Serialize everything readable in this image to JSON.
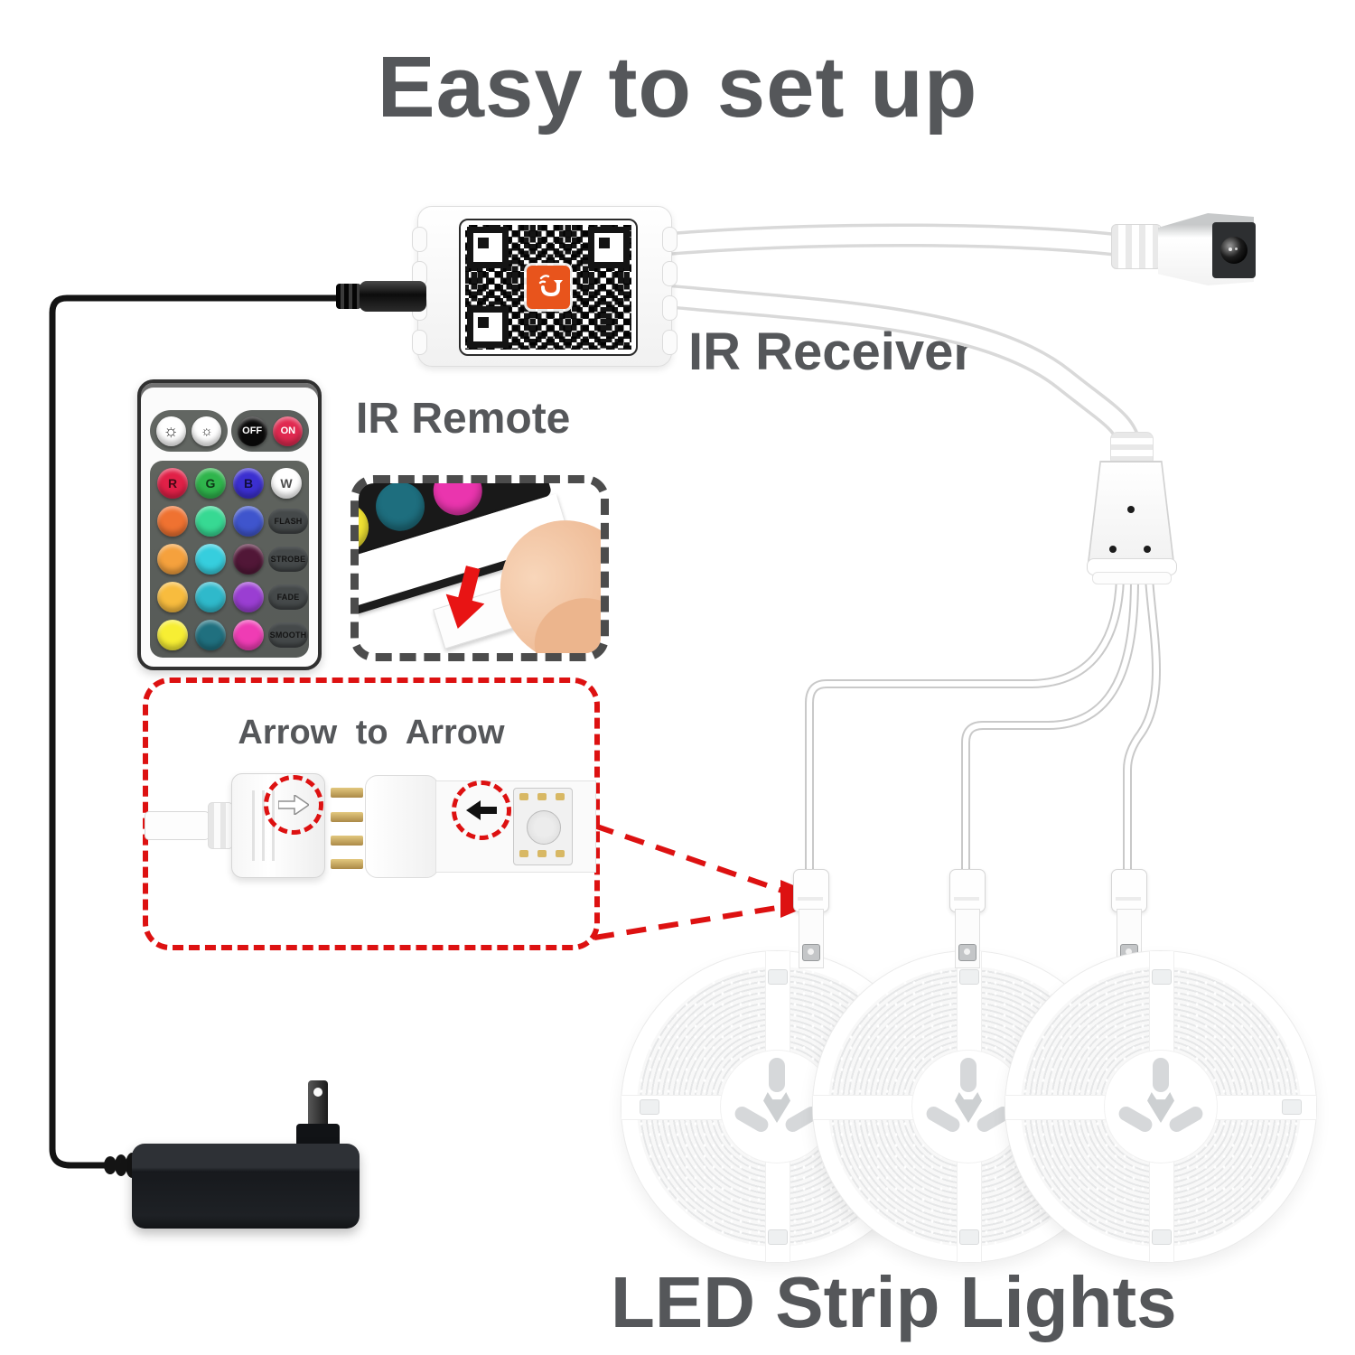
{
  "page": {
    "title": "Easy to set up"
  },
  "labels": {
    "ir_receiver": "IR Receiver",
    "ir_remote": "IR Remote",
    "arrow_to_arrow": "Arrow to Arrow",
    "led_strip_lights": "LED Strip Lights"
  },
  "remote": {
    "buttons": {
      "off": "OFF",
      "on": "ON",
      "r": "R",
      "g": "G",
      "b": "B",
      "w": "W",
      "modes": [
        "FLASH",
        "STROBE",
        "FADE",
        "SMOOTH"
      ]
    },
    "icons": {
      "brightness_up": "☼",
      "brightness_down": "☼"
    },
    "colors": {
      "on": "#e02950",
      "off": "#0a0a0a",
      "r": "#e12047",
      "g": "#2fb54c",
      "b": "#3b2fd0",
      "w": "#ffffff",
      "grid": [
        [
          "#ef7231",
          "#37d993",
          "#3f55cd"
        ],
        [
          "#f5a13d",
          "#36cede",
          "#511737"
        ],
        [
          "#f8bc3e",
          "#2fb9cb",
          "#9a3ed2"
        ],
        [
          "#f7ee33",
          "#20707f",
          "#ef3cb4"
        ]
      ]
    }
  },
  "colors": {
    "heading_text": "#55575a",
    "highlight_dashed": "#dd1111",
    "qr_logo_accent": "#e8541c",
    "wire_black": "#141414"
  }
}
